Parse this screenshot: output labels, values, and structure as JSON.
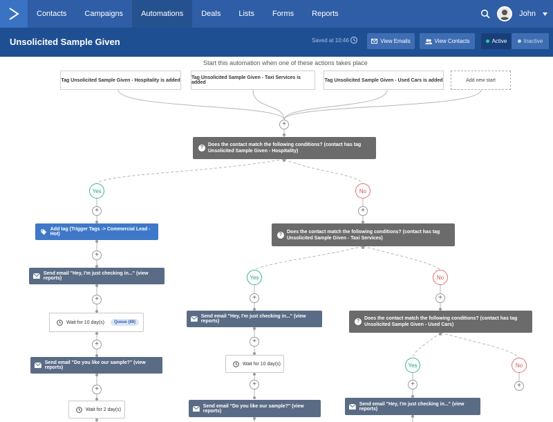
{
  "nav": {
    "items": [
      "Contacts",
      "Campaigns",
      "Automations",
      "Deals",
      "Lists",
      "Forms",
      "Reports"
    ],
    "active_index": 2,
    "user_name": "John"
  },
  "header": {
    "title": "Unsolicited Sample Given",
    "saved_text": "Saved at 10:46",
    "view_emails_label": "View Emails",
    "view_contacts_label": "View Contacts",
    "status_active_label": "Active",
    "status_inactive_label": "Inactive"
  },
  "colors": {
    "active_dot": "#2ecc9a",
    "inactive_dot": "#c9d5ea"
  },
  "workflow": {
    "intro": "Start this automation when one of these actions takes place",
    "triggers": [
      "Tag Unsolicited Sample Given - Hospitality is added",
      "Tag Unsolicited Sample Given - Taxi Services is added",
      "Tag Unsolicited Sample Given - Used Cars is added"
    ],
    "add_start_label": "Add new start",
    "conditions": [
      {
        "line1": "Does the contact match the following conditions? (contact has tag",
        "line2": "Unsolicited Sample Given - Hospitality)"
      },
      {
        "line1": "Does the contact match the following conditions? (contact has tag",
        "line2": "Unsolicited Sample Given - Taxi Services)"
      },
      {
        "line1": "Does the contact match the following conditions? (contact has tag",
        "line2": "Unsolicited Sample Given - Used Cars)"
      }
    ],
    "yes_label": "Yes",
    "no_label": "No",
    "plus_label": "+",
    "tag_action": "Add tag (Trigger Tags -> Commercial Lead - Hot)",
    "email_checking": "Send email \"Hey, I'm just checking in...\" (view reports)",
    "email_sample": "Send email \"Do you like our sample?\" (view reports)",
    "wait_10": "Wait for 10 day(s)",
    "wait_2": "Wait for 2 day(s)",
    "queue_label": "Queue (89)"
  }
}
